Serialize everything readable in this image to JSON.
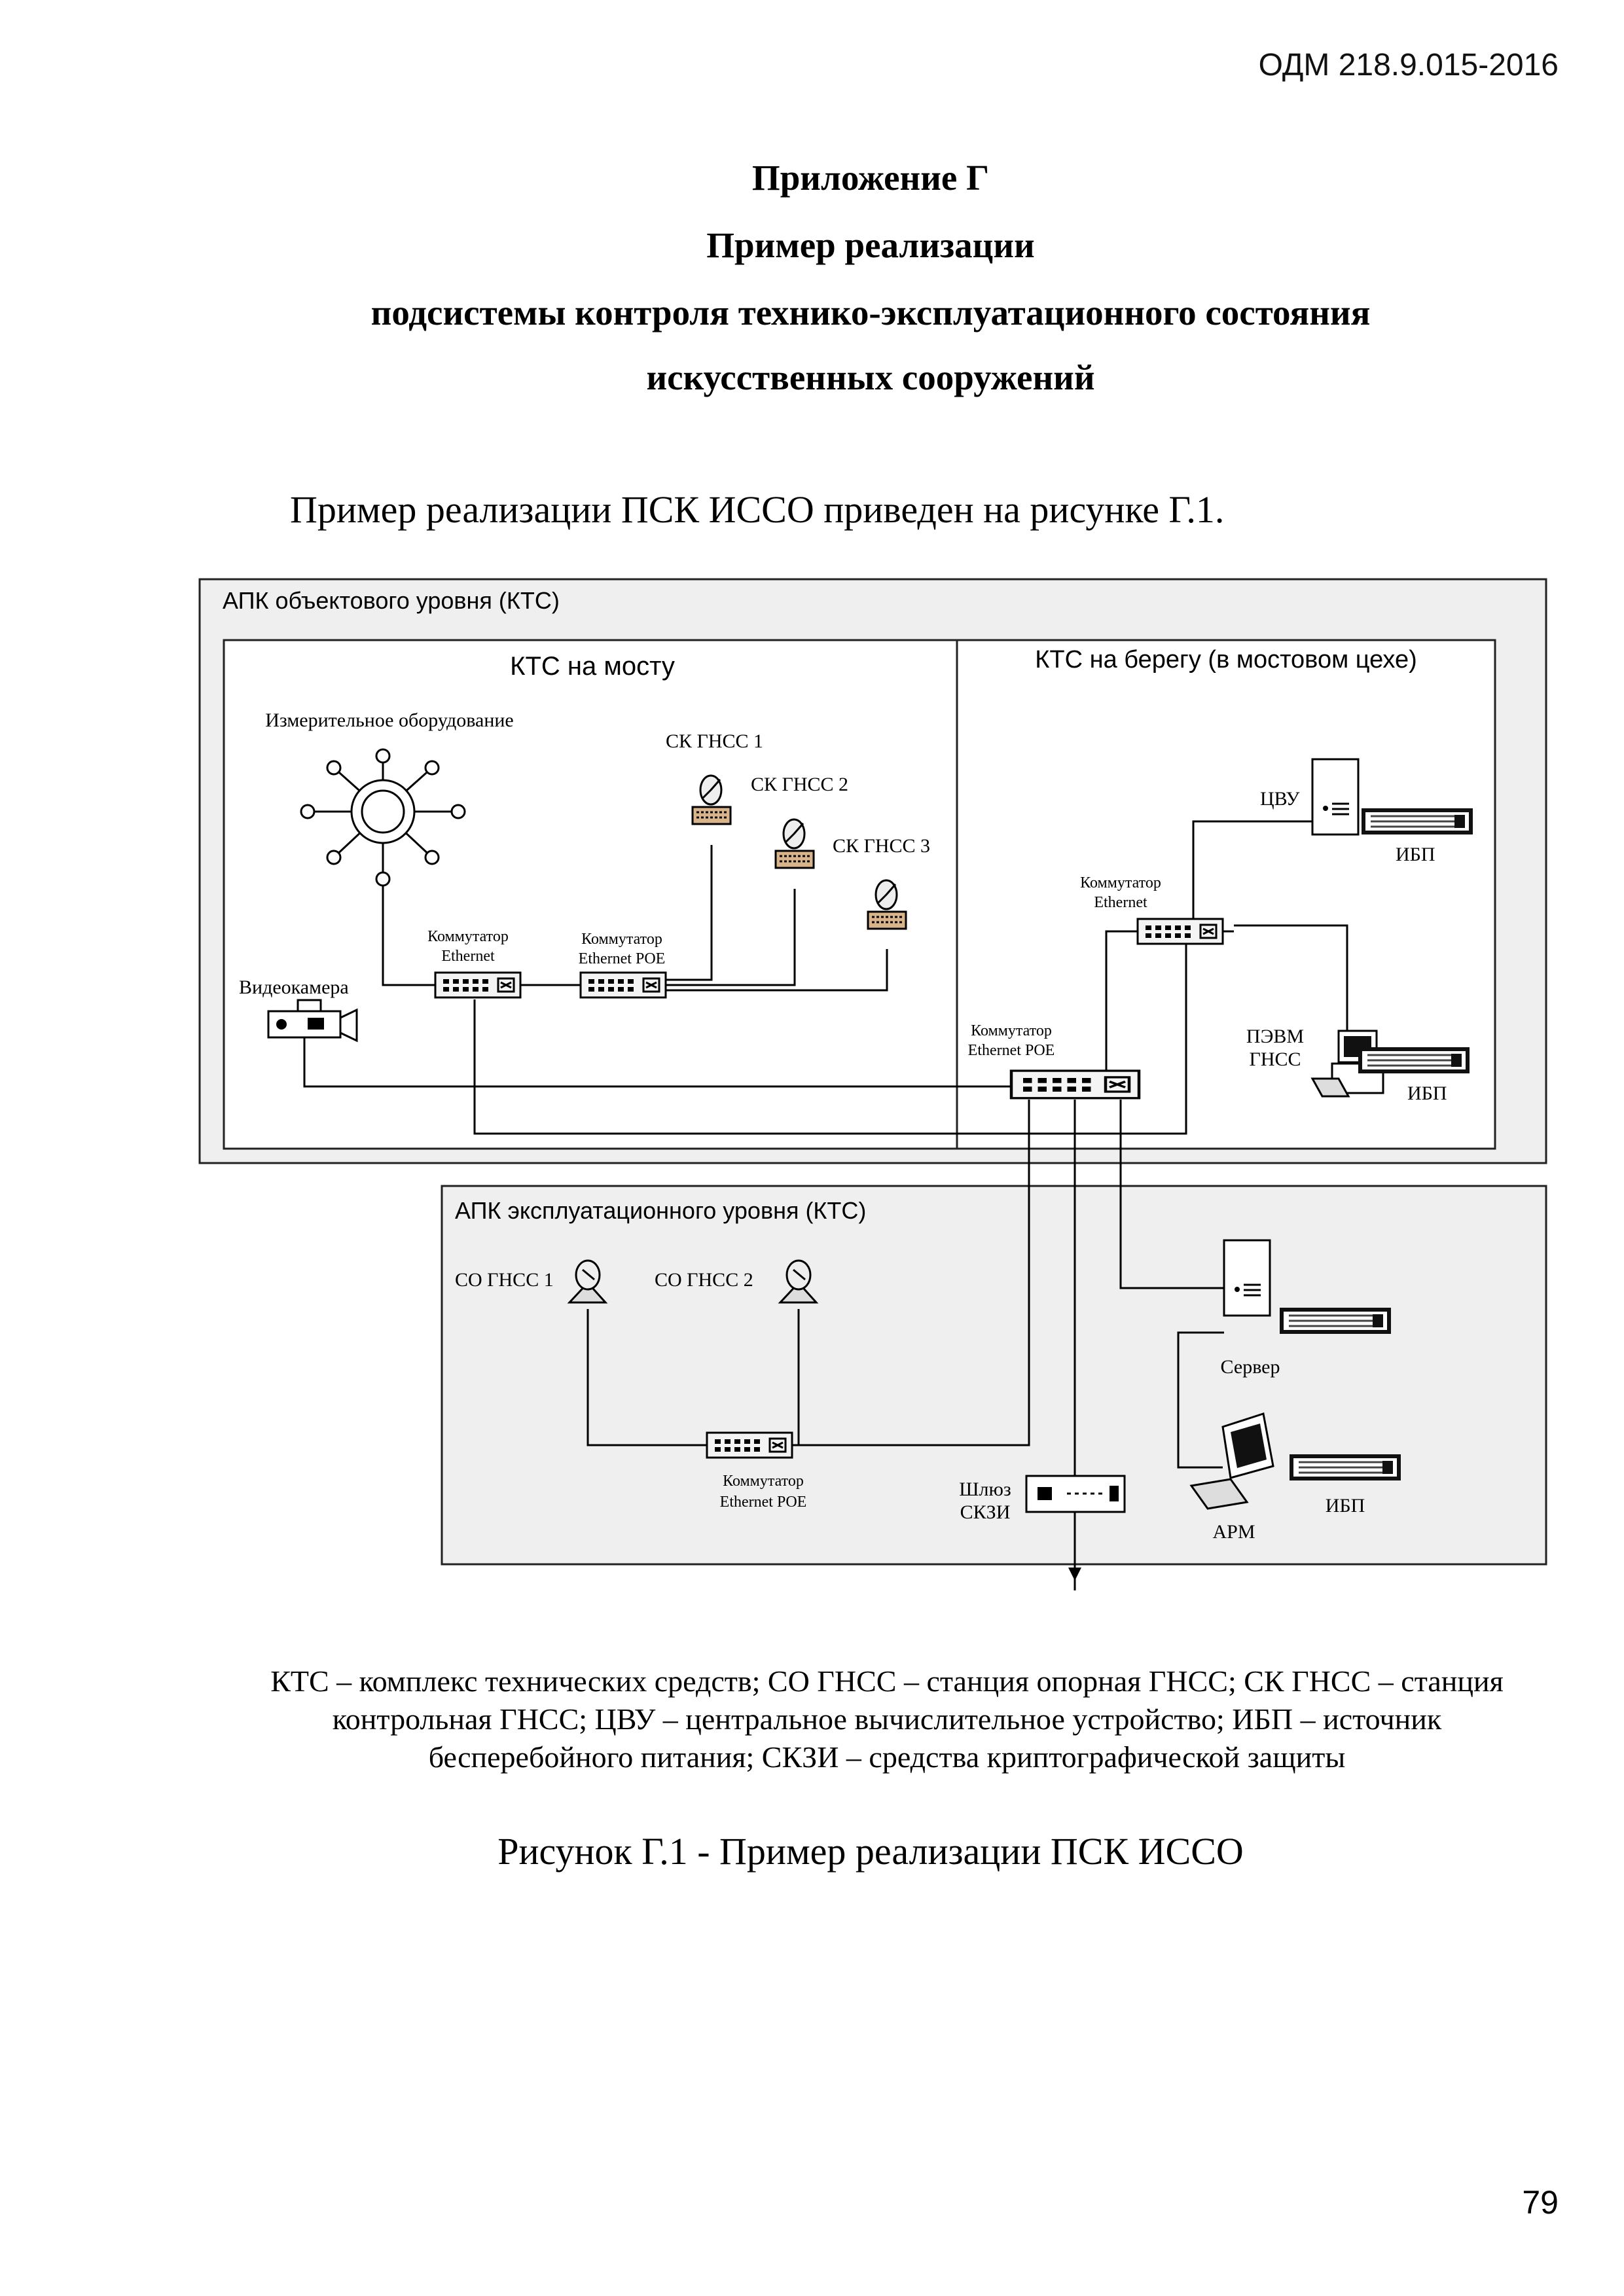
{
  "header": {
    "doc_code": "ОДМ 218.9.015-2016"
  },
  "title": {
    "line1": "Приложение Г",
    "line2": "Пример реализации",
    "line3": "подсистемы контроля технико-эксплуатационного состояния",
    "line4": "искусственных сооружений"
  },
  "intro": "Пример реализации ПСК ИССО приведен на рисунке Г.1.",
  "diagram": {
    "object_level": "АПК объектового уровня (КТС)",
    "bridge": "КТС на мосту",
    "shore": "КТС на берегу (в мостовом цехе)",
    "operational_level": "АПК эксплуатационного уровня (КТС)",
    "measuring_equipment": "Измерительное оборудование",
    "sk_gnss_1": "СК ГНСС 1",
    "sk_gnss_2": "СК ГНСС 2",
    "sk_gnss_3": "СК ГНСС 3",
    "camera": "Видеокамера",
    "switch_ethernet_1": "Коммутатор",
    "switch_ethernet_2": "Ethernet",
    "switch_poe_1": "Коммутатор",
    "switch_poe_2": "Ethernet POE",
    "shore_switch_1": "Коммутатор",
    "shore_switch_2": "Ethernet",
    "shore_poe_1": "Коммутатор",
    "shore_poe_2": "Ethernet POE",
    "cvu": "ЦВУ",
    "ups_1": "ИБП",
    "pevm_1": "ПЭВМ",
    "pevm_2": "ГНСС",
    "ups_2": "ИБП",
    "so_gnss_1": "СО ГНСС 1",
    "so_gnss_2": "СО ГНСС 2",
    "server": "Сервер",
    "op_switch_1": "Коммутатор",
    "op_switch_2": "Ethernet POE",
    "gateway_1": "Шлюз",
    "gateway_2": "СКЗИ",
    "arm": "АРМ",
    "ups_3": "ИБП"
  },
  "legend": {
    "line1": "КТС – комплекс технических средств; СО ГНСС – станция опорная ГНСС; СК ГНСС – станция",
    "line2": "контрольная  ГНСС; ЦВУ – центральное вычислительное устройство; ИБП – источник",
    "line3": "бесперебойного питания; СКЗИ – средства криптографической защиты"
  },
  "caption": "Рисунок Г.1 - Пример реализации ПСК ИССО",
  "page_number": "79"
}
